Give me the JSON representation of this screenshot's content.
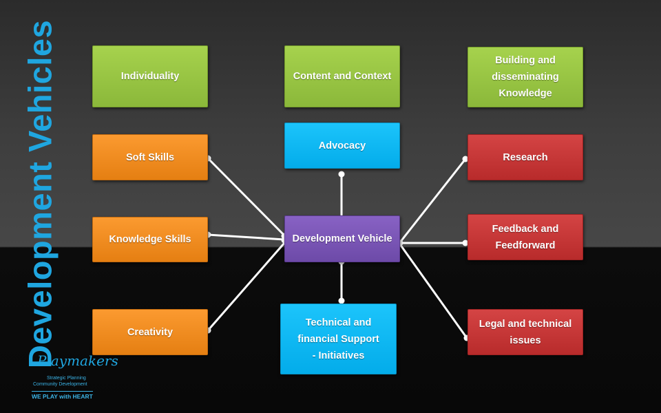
{
  "title": "Development Vehicles",
  "center": "Development Vehicle",
  "top_row": [
    "Individuality",
    "Content and Context",
    "Building and disseminating Knowledge"
  ],
  "left": [
    "Soft Skills",
    "Knowledge Skills",
    "Creativity"
  ],
  "middle": [
    "Advocacy",
    "Technical and financial Support - Initiatives"
  ],
  "right": [
    "Research",
    "Feedback and Feedforward",
    "Legal and technical issues"
  ],
  "logo": {
    "name": "Playmakers",
    "line1": "Strategic Planning",
    "line2": "Community Development",
    "tagline": "WE PLAY with HEART"
  },
  "colors": {
    "title": "#1fa6e0",
    "green": "#9cc845",
    "orange": "#f08a20",
    "blue": "#0fb8f2",
    "red": "#c83535",
    "purple": "#7b56b6"
  }
}
